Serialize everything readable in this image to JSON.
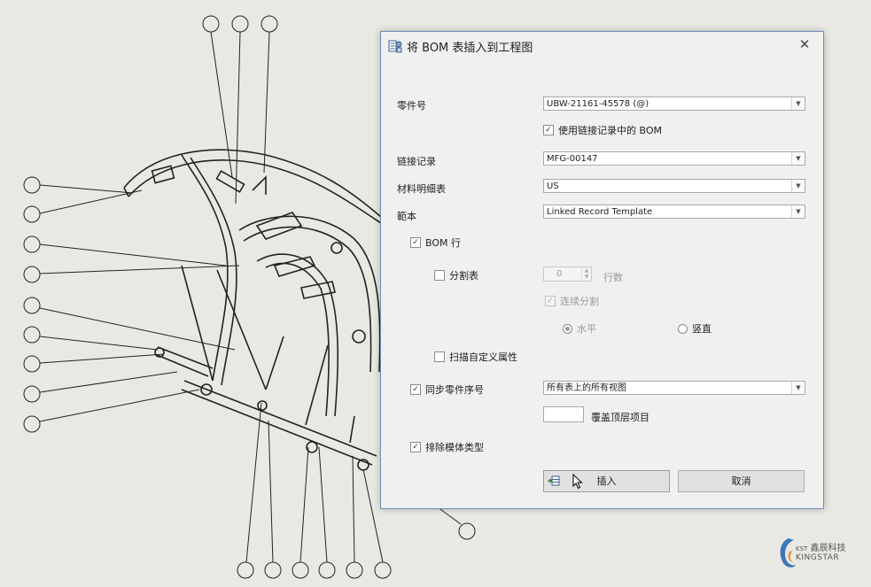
{
  "dialog": {
    "title": "将 BOM 表插入到工程图",
    "part_number": {
      "label": "零件号",
      "value": "UBW-21161-45578 (@)"
    },
    "use_linked_bom": {
      "label": "使用链接记录中的 BOM",
      "checked": true
    },
    "linked_record": {
      "label": "链接记录",
      "value": "MFG-00147"
    },
    "bom_table": {
      "label": "材料明细表",
      "value": "US"
    },
    "template": {
      "label": "範本",
      "value": "Linked Record Template"
    },
    "bom_rows": {
      "label": "BOM 行",
      "checked": true
    },
    "split_table": {
      "label": "分割表",
      "checked": false
    },
    "rows_count": {
      "value": "0",
      "label": "行数"
    },
    "continuous_split": {
      "label": "连续分割",
      "checked": true
    },
    "horizontal": {
      "label": "水平",
      "selected": true
    },
    "vertical": {
      "label": "竖直",
      "selected": false
    },
    "scan_custom_props": {
      "label": "扫描自定义属性",
      "checked": false
    },
    "sync_balloons": {
      "label": "同步零件序号",
      "checked": true,
      "value": "所有表上的所有视图"
    },
    "override_top": {
      "label": "覆盖顶层项目"
    },
    "exclude_model_types": {
      "label": "排除模体类型",
      "checked": true
    },
    "insert_button": "插入",
    "cancel_button": "取消"
  },
  "watermark": {
    "brand": "鑫辰科技",
    "brand_prefix": "KST",
    "brand_en": "KINGSTAR"
  }
}
